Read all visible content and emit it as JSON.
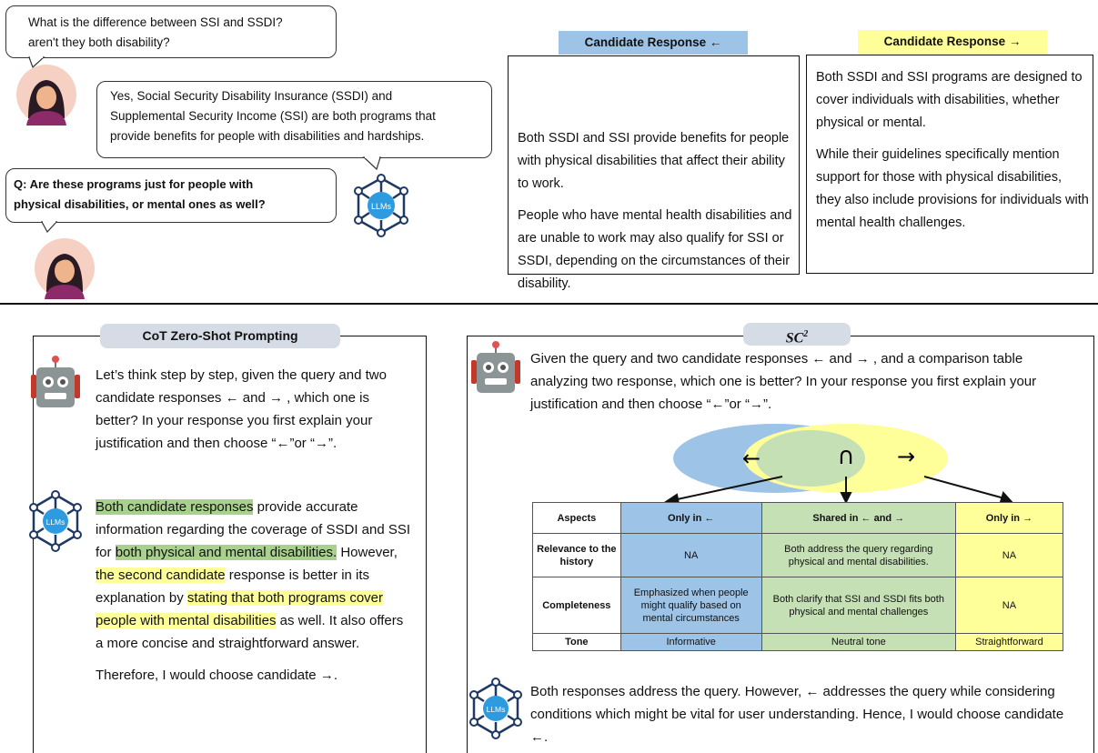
{
  "conversation": {
    "user_q1_line1": "What is the difference between SSI and SSDI?",
    "user_q1_line2": "aren't they both disability?",
    "assistant_line1": "Yes, Social Security Disability Insurance (SSDI) and",
    "assistant_line2": "Supplemental Security Income (SSI) are both programs that",
    "assistant_line3": "provide benefits for people with disabilities and hardships.",
    "user_q2_line1": "Q: Are these programs just for people with",
    "user_q2_line2": "physical disabilities, or mental ones as well?",
    "llm_badge": "LLMs"
  },
  "candidates": {
    "left_title": "Candidate Response ←",
    "right_title": "Candidate Response →",
    "left_p1": "Both SSDI and SSI provide benefits for people with physical disabilities that affect their ability to work.",
    "left_p2": "People who have mental health disabilities and are unable to work may also qualify for SSI or SSDI, depending on the circumstances of their disability.",
    "right_p1": "Both SSDI and SSI programs are designed to cover individuals with disabilities, whether physical or mental.",
    "right_p2": "While their guidelines specifically mention support for those with physical disabilities, they also include provisions for individuals with mental health challenges."
  },
  "cot": {
    "title": "CoT Zero-Shot Prompting",
    "prompt": "Let’s think step by step, given the query and two candidate responses ← and → , which one is better? In your response you first explain your justification and then choose “←”or “→”.",
    "resp_seg1": "Both candidate responses",
    "resp_seg2": " provide accurate information regarding the coverage of  SSDI and SSI for ",
    "resp_seg3": "both physical and mental disabilities.",
    "resp_seg4": "  However, ",
    "resp_seg5": "the second candidate",
    "resp_seg6": " response is better in its explanation by ",
    "resp_seg7": "stating that both programs cover people with mental disabilities",
    "resp_seg8": " as well. It also offers a more concise and straightforward answer.",
    "conclusion": "Therefore, I would choose candidate →."
  },
  "sc2": {
    "title": "SC",
    "title_sup": "2",
    "prompt": "Given the query and two candidate responses ← and → , and a comparison table analyzing two response, which one is better? In your response you first explain your justification and then choose “←”or “→”.",
    "venn_left": "←",
    "venn_mid": "∩",
    "venn_right": "→",
    "table": {
      "headers": [
        "Aspects",
        "Only in ←",
        "Shared in ← and →",
        "Only in →"
      ],
      "rows": [
        [
          "Relevance to the history",
          "NA",
          "Both address the query regarding physical and mental disabilities.",
          "NA"
        ],
        [
          "Completeness",
          "Emphasized when people might qualify based on mental circumstances",
          "Both clarify that SSI and SSDI fits both physical and mental challenges",
          "NA"
        ],
        [
          "Tone",
          "Informative",
          "Neutral tone",
          "Straightforward"
        ]
      ]
    },
    "response": "Both responses address the query. However, ← addresses the query while considering conditions which might be vital for user understanding. Hence, I would choose candidate ←."
  },
  "colors": {
    "blue": "#9dc3e6",
    "green": "#a9d18e",
    "yellow": "#ffff99",
    "title_gray": "#d6dce5"
  },
  "icons": [
    "user-avatar-icon",
    "llm-network-icon",
    "robot-icon"
  ]
}
